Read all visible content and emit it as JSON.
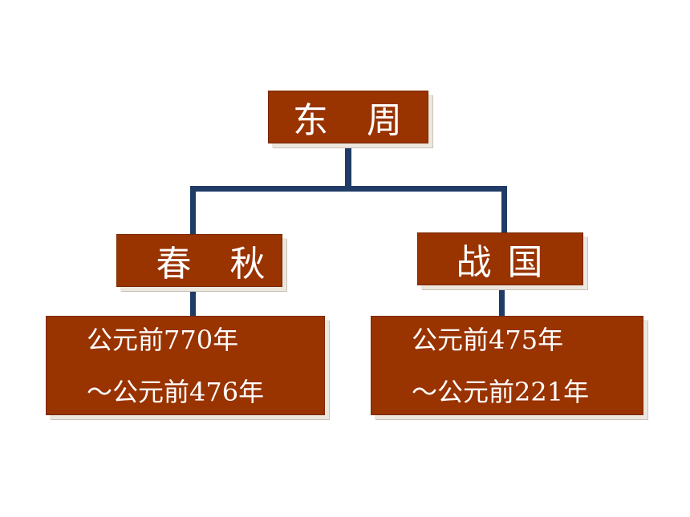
{
  "top": {
    "label_1": "东",
    "label_2": "周"
  },
  "left": {
    "label_1": "春",
    "label_2": "秋",
    "line1": "公元前770年",
    "line2": "～公元前476年"
  },
  "right": {
    "label_1": "战",
    "label_2": "国",
    "line1": "公元前475年",
    "line2": "～公元前221年"
  },
  "colors": {
    "box_fill": "#993300",
    "box_text": "#ffffff",
    "connector": "#1f3b66"
  }
}
